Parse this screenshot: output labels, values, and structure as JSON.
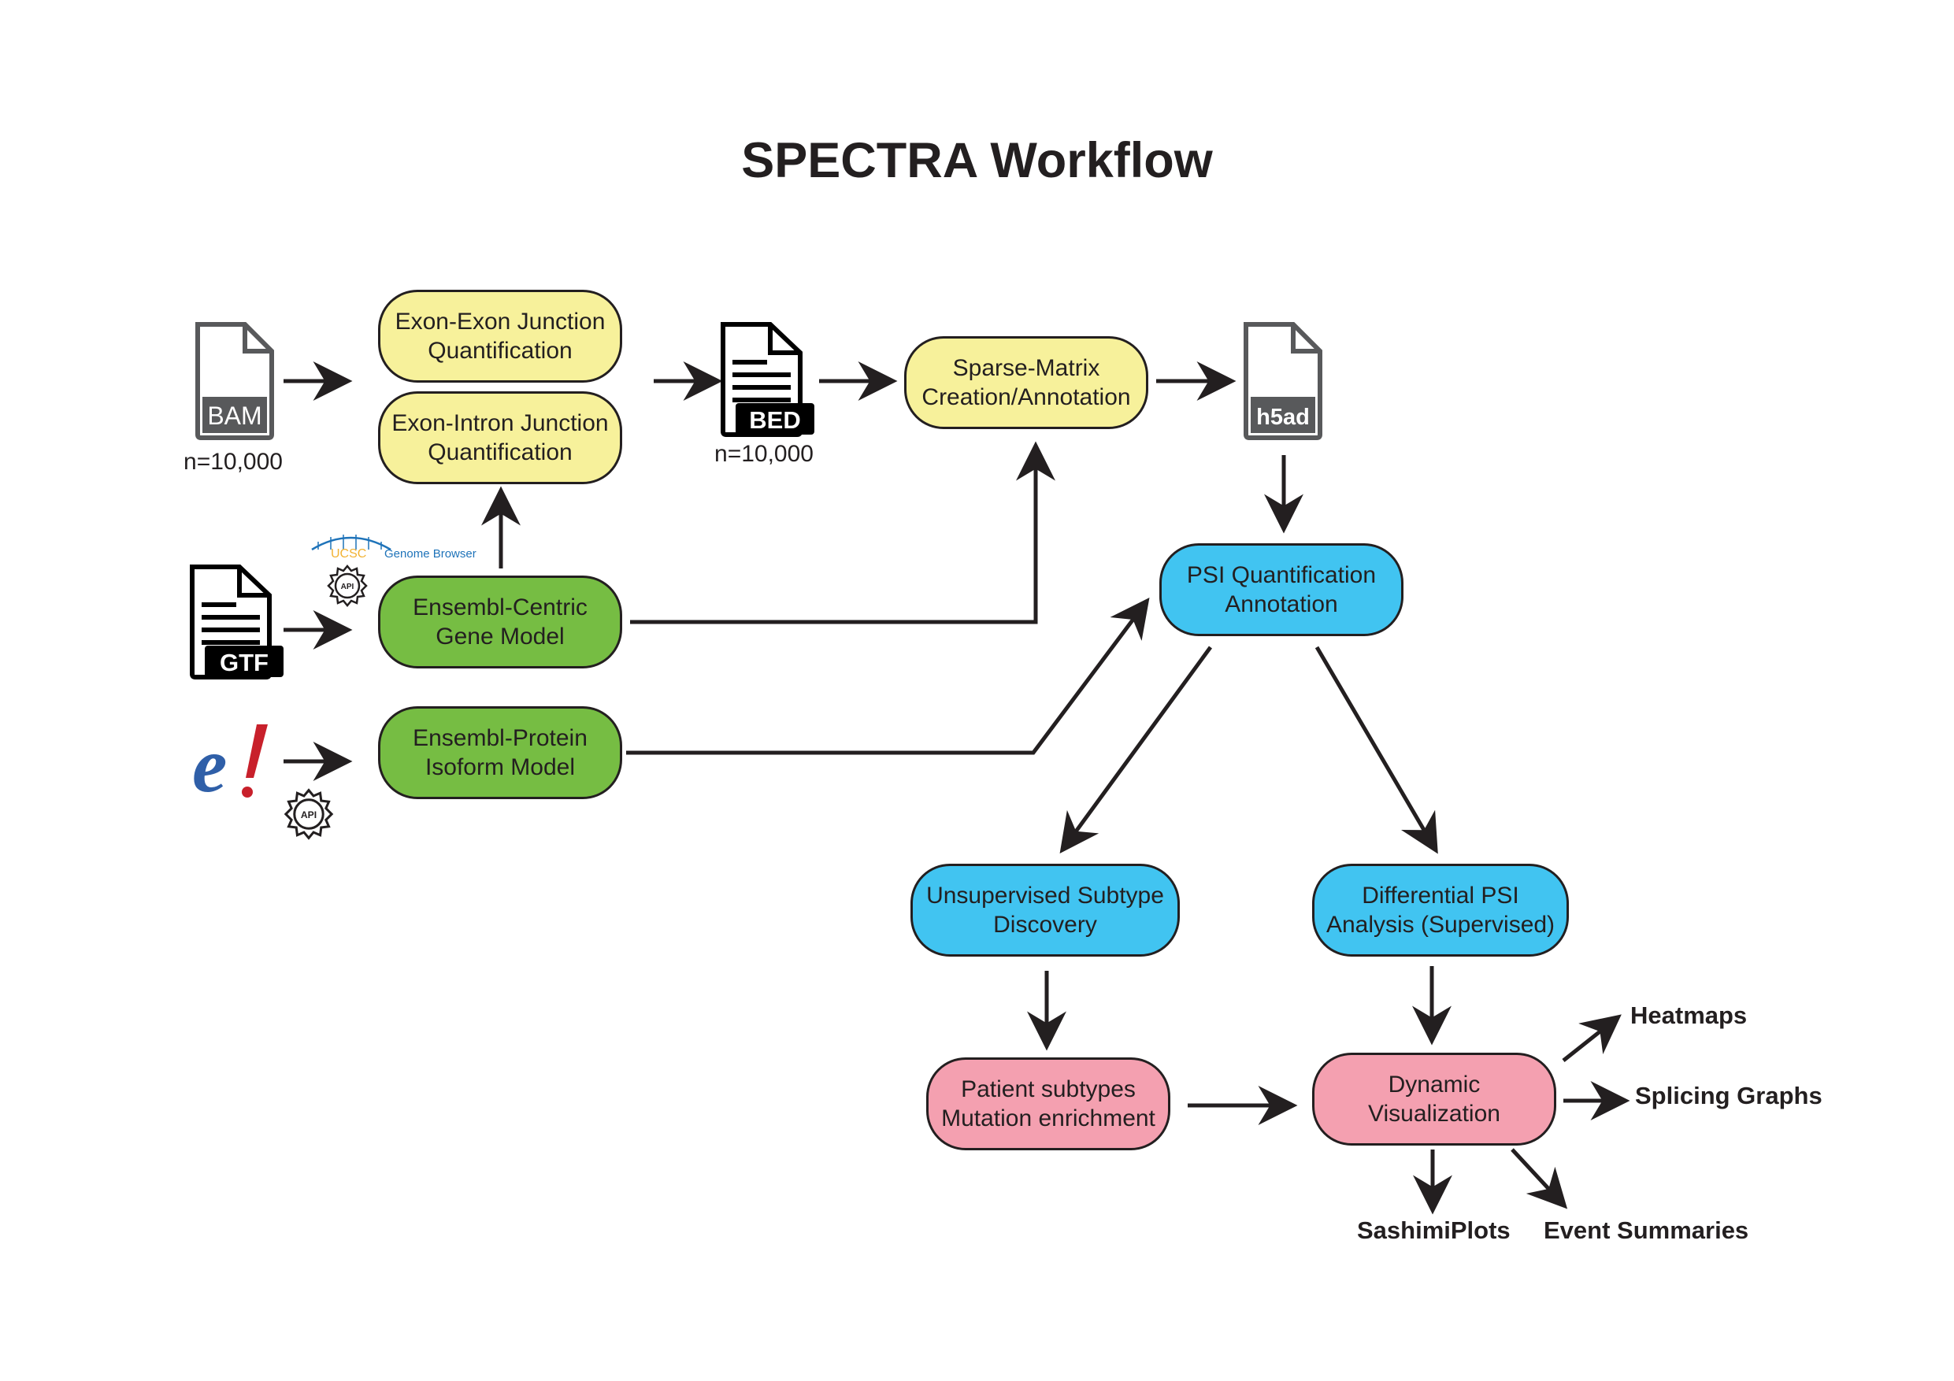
{
  "title": "SPECTRA Workflow",
  "files": {
    "bam": {
      "label": "BAM",
      "count": "n=10,000"
    },
    "bed": {
      "label": "BED",
      "count": "n=10,000"
    },
    "h5ad": {
      "label": "h5ad"
    },
    "gtf": {
      "label": "GTF"
    }
  },
  "sources": {
    "ucsc": {
      "label": "UCSC",
      "suffix": "Genome Browser",
      "api": "API"
    },
    "ensembl": {
      "api": "API"
    }
  },
  "nodes": {
    "exon_exon": "Exon-Exon Junction\nQuantification",
    "exon_intron": "Exon-Intron Junction\nQuantification",
    "sparse_matrix": "Sparse-Matrix\nCreation/Annotation",
    "gene_model": "Ensembl-Centric\nGene Model",
    "protein_model": "Ensembl-Protein\nIsoform Model",
    "psi": "PSI Quantification\nAnnotation",
    "unsupervised": "Unsupervised Subtype\nDiscovery",
    "differential": "Differential PSI\nAnalysis (Supervised)",
    "patient": "Patient subtypes\nMutation enrichment",
    "dynamic": "Dynamic\nVisualization"
  },
  "outputs": {
    "heatmaps": "Heatmaps",
    "splicing_graphs": "Splicing Graphs",
    "sashimi": "SashimiPlots",
    "event_summaries": "Event Summaries"
  },
  "colors": {
    "yellow": "#f7f19b",
    "green": "#76bd43",
    "blue": "#41c4f1",
    "pink": "#f4a0b0",
    "ink": "#231f20",
    "file_gray": "#58595b"
  }
}
